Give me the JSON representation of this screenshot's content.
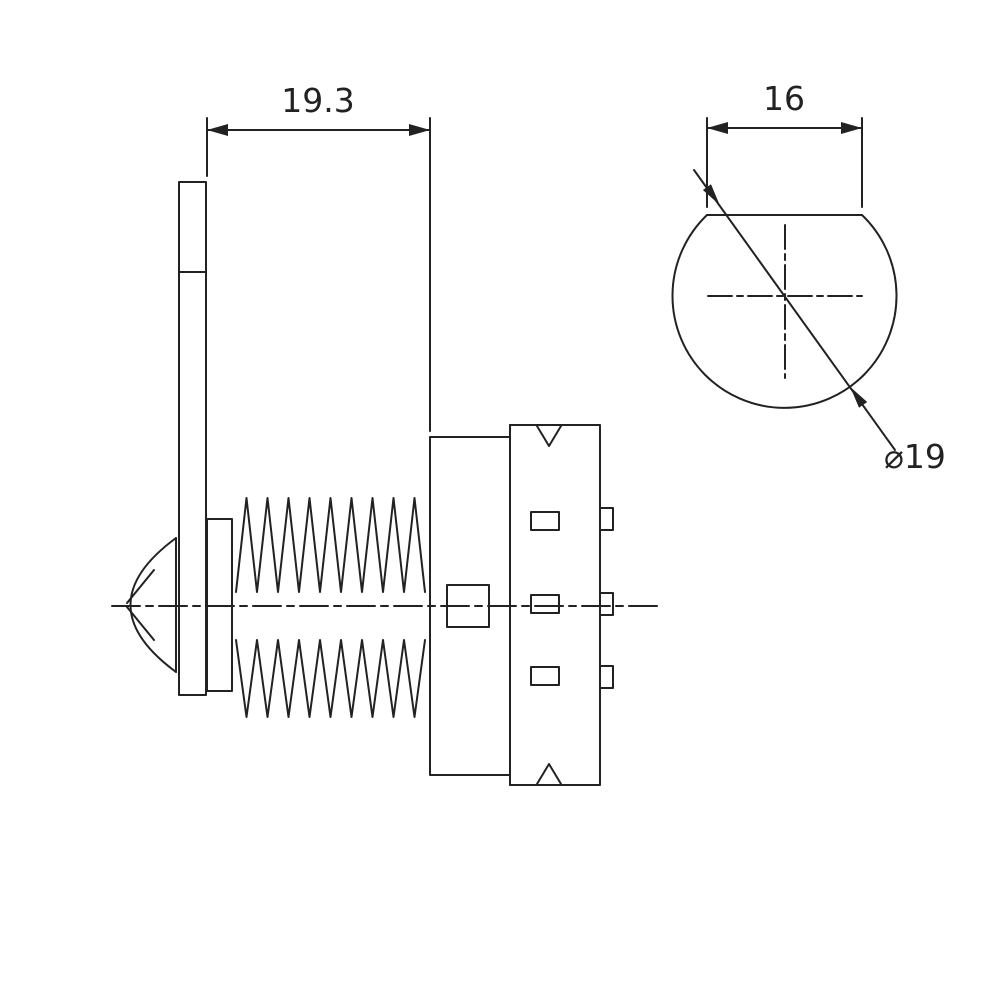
{
  "page": {
    "background": "#ffffff"
  },
  "drawing": {
    "kind": "engineering-drawing-cam-lock",
    "line_color": "#222222",
    "side_view": {
      "length_dim": "19.3"
    },
    "face_view": {
      "across_dim": "16",
      "diameter_dim": "⌀19"
    }
  }
}
